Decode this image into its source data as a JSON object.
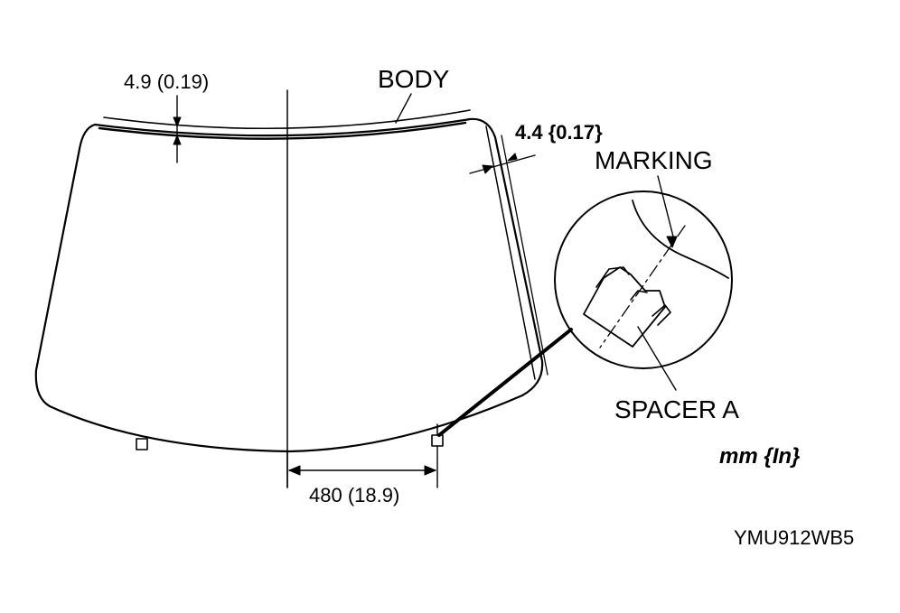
{
  "labels": {
    "top_gap": "4.9 (0.19)",
    "side_gap": "4.4 {0.17}",
    "body": "BODY",
    "marking": "MARKING",
    "spacer": "SPACER A",
    "bottom_distance": "480 (18.9)",
    "units": "mm {In}",
    "figure_code": "YMU912WB5"
  }
}
